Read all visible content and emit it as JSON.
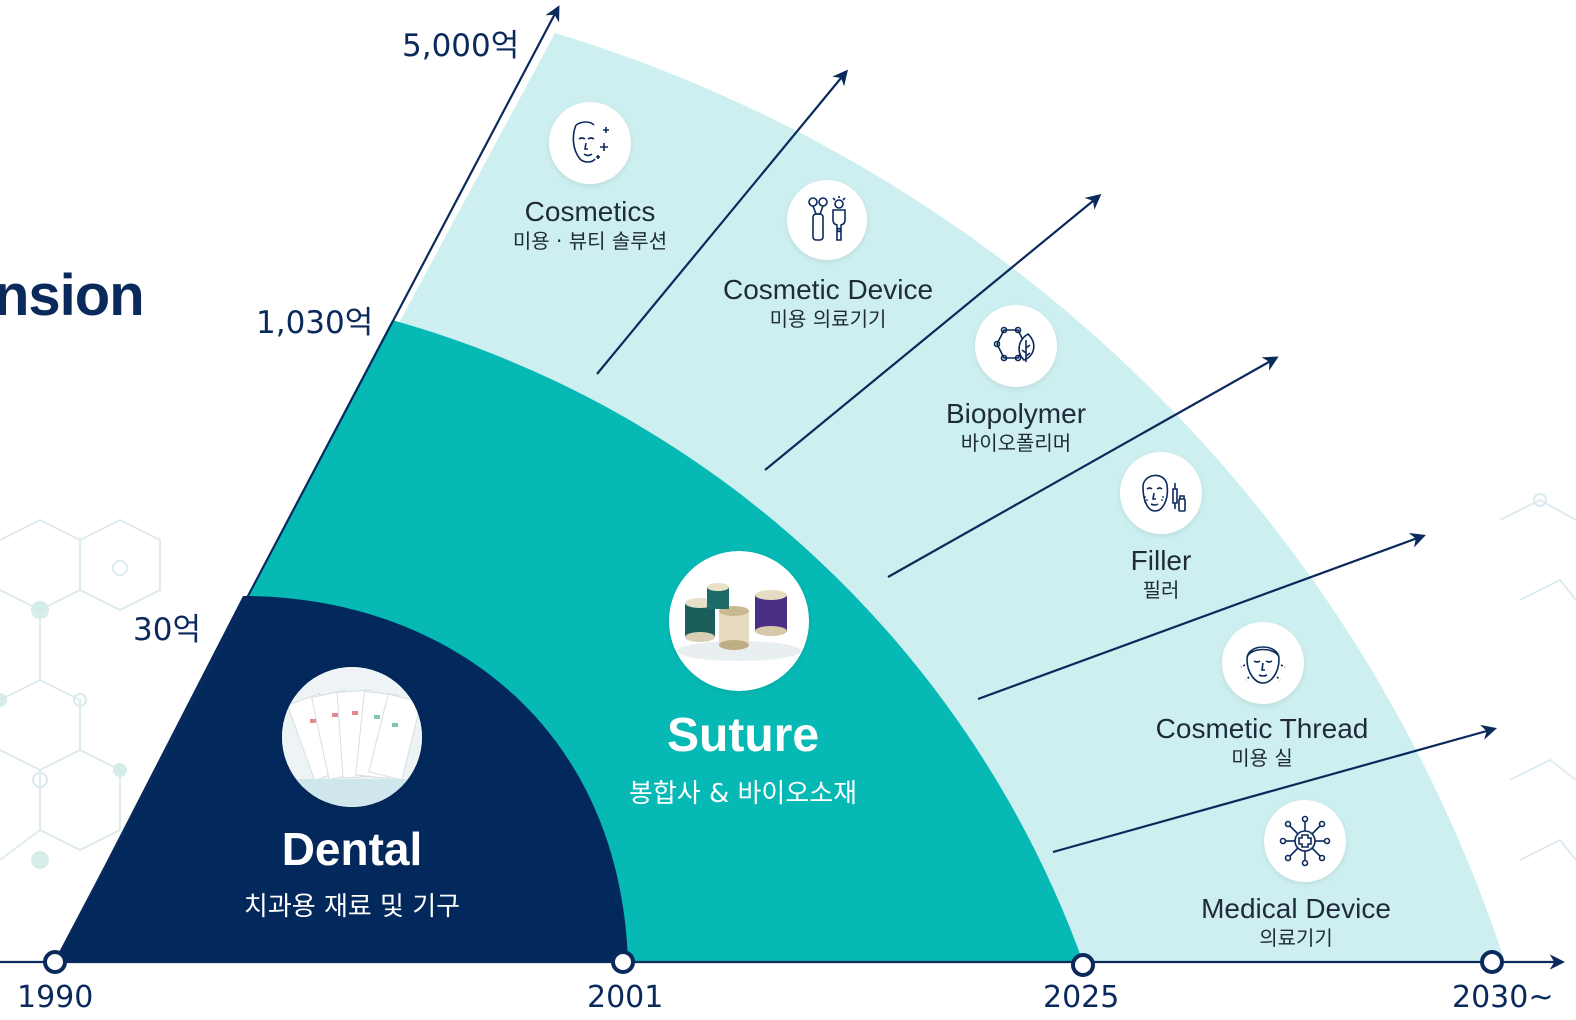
{
  "title_fragment": "nsion",
  "y_axis": {
    "labels": [
      "5,000억",
      "1,030억",
      "30억"
    ]
  },
  "x_axis": {
    "labels": [
      "1990",
      "2001",
      "2025",
      "2030~"
    ]
  },
  "segments": {
    "dental": {
      "title": "Dental",
      "subtitle": "치과용 재료 및 기구"
    },
    "suture": {
      "title": "Suture",
      "subtitle": "봉합사 & 바이오소재"
    }
  },
  "categories": [
    {
      "name": "Cosmetics",
      "ko": "미용 · 뷰티 솔루션",
      "icon": "face-sparkle-icon"
    },
    {
      "name": "Cosmetic Device",
      "ko": "미용 의료기기",
      "icon": "beauty-device-icon"
    },
    {
      "name": "Biopolymer",
      "ko": "바이오폴리머",
      "icon": "leaf-molecule-icon"
    },
    {
      "name": "Filler",
      "ko": "필러",
      "icon": "face-syringe-icon"
    },
    {
      "name": "Cosmetic Thread",
      "ko": "미용 실",
      "icon": "face-lift-icon"
    },
    {
      "name": "Medical Device",
      "ko": "의료기기",
      "icon": "medical-cross-network-icon"
    }
  ],
  "colors": {
    "navy": "#03295c",
    "teal": "#06b9b4",
    "light_teal": "#cdeff0",
    "axis": "#0b2a5c"
  }
}
